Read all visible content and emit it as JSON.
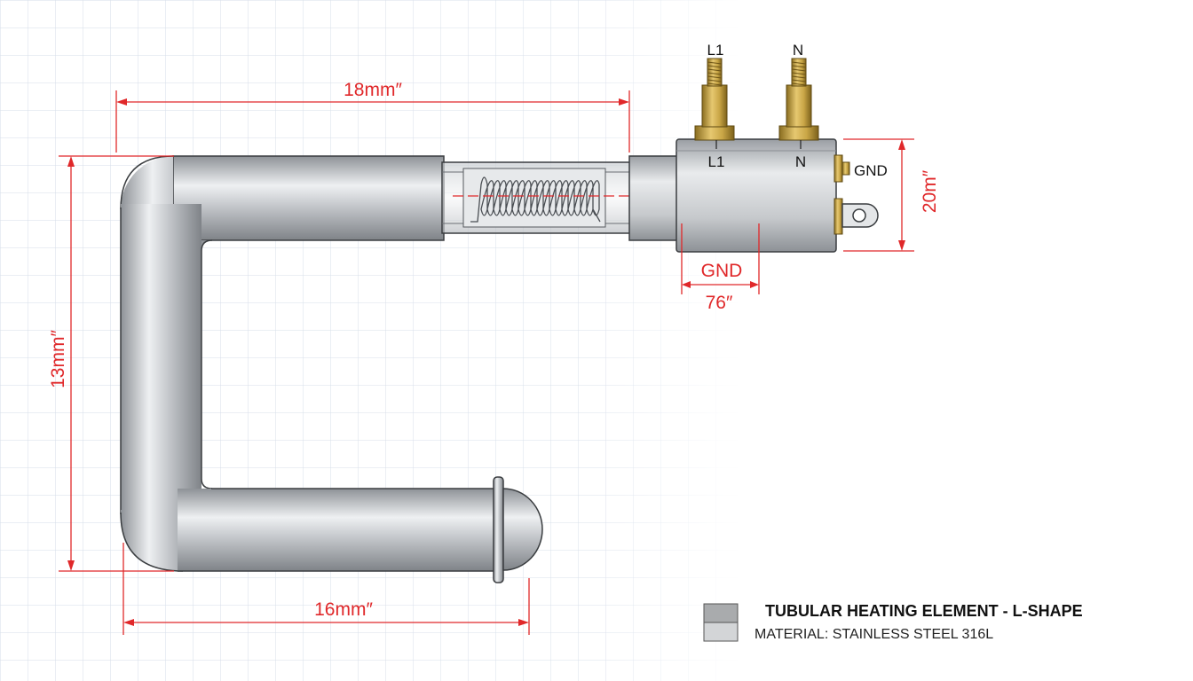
{
  "colors": {
    "dimension": "#e0282a",
    "steel": "#b9bcc0",
    "brass": "#c9a646",
    "grid": "#cfd8e6",
    "swatch_dark": "#a9abad",
    "swatch_light": "#d3d5d7"
  },
  "terminals": {
    "top_left": "L1",
    "top_right": "N",
    "body_left": "L1",
    "body_right": "N",
    "side": "GND"
  },
  "dimensions": {
    "top_length": "18mm″",
    "left_height": "13mm″",
    "bottom_length": "16mm″",
    "right_height": "20m″",
    "gnd_label": "GND",
    "gnd_width": "76″"
  },
  "legend": {
    "title": "TUBULAR HEATING ELEMENT - L-SHAPE",
    "material": "MATERIAL: STAINLESS STEEL 316L"
  }
}
